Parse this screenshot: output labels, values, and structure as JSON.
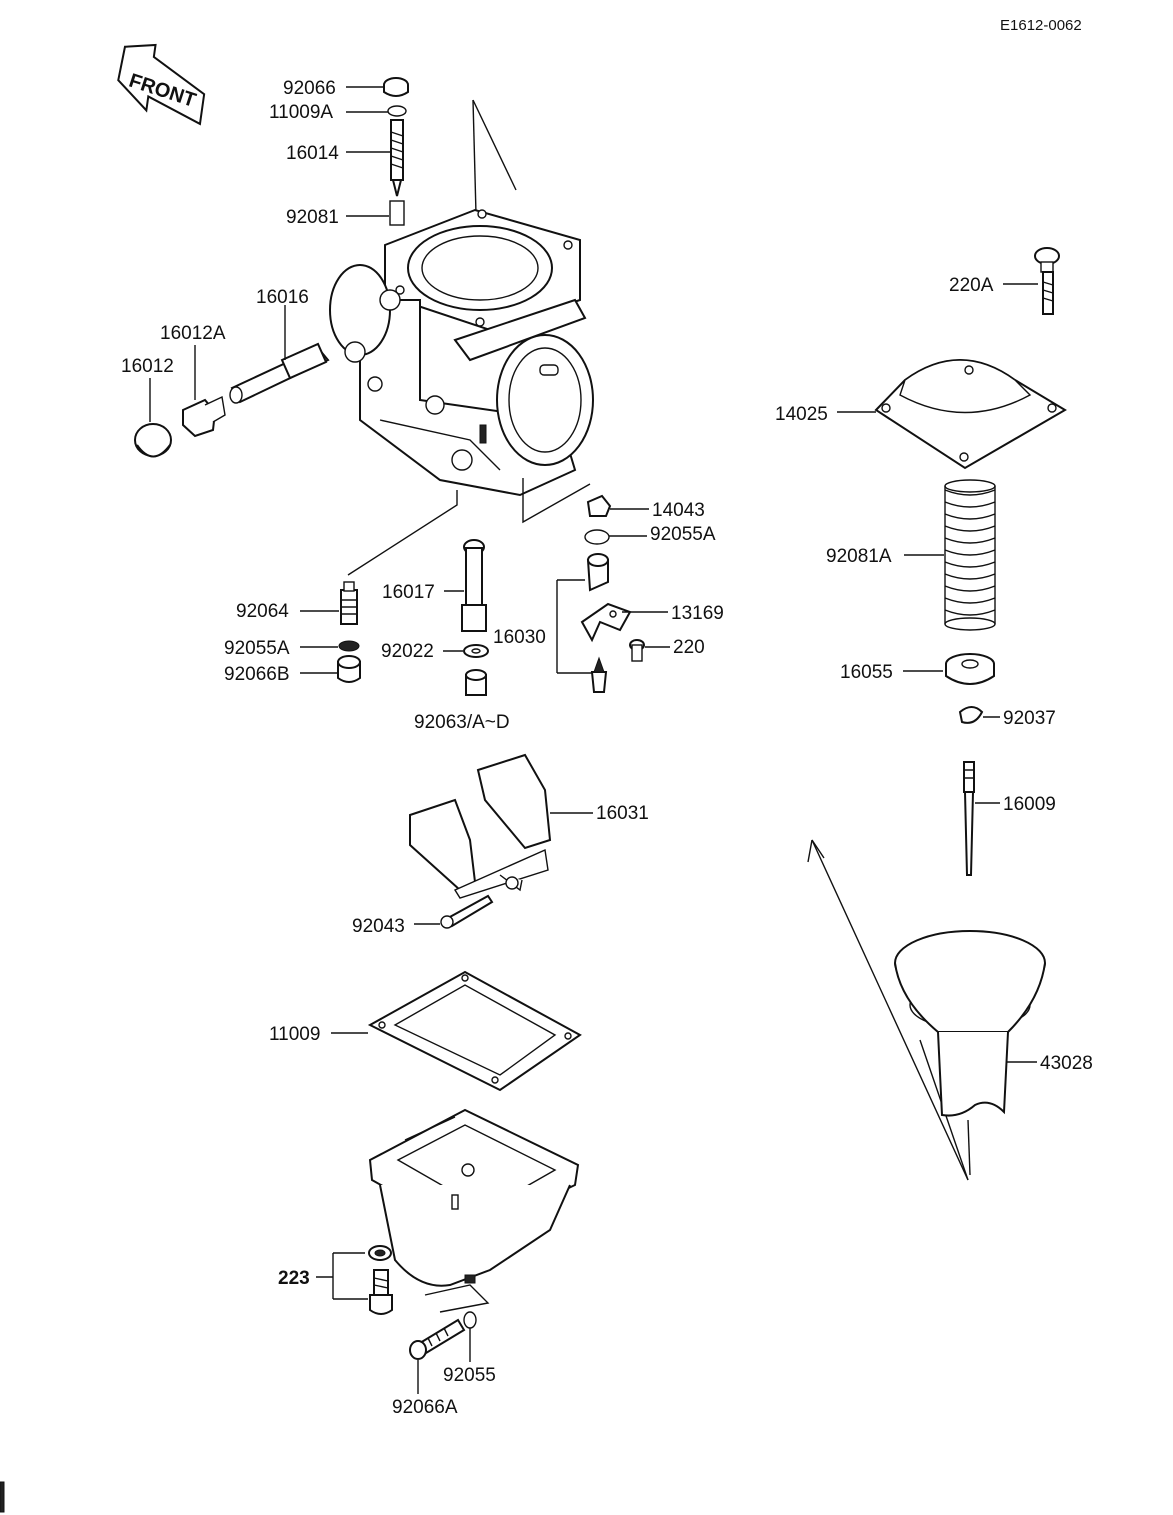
{
  "header": {
    "code": "E1612-0062"
  },
  "front_arrow": {
    "label": "FRONT"
  },
  "labels": {
    "p92066": "92066",
    "p11009A": "11009A",
    "p16014": "16014",
    "p92081": "92081",
    "p16016": "16016",
    "p16012A": "16012A",
    "p16012": "16012",
    "p14043": "14043",
    "p92055A_top": "92055A",
    "p92064": "92064",
    "p16017": "16017",
    "p13169": "13169",
    "p16030": "16030",
    "p220": "220",
    "p92055A": "92055A",
    "p92022": "92022",
    "p92066B": "92066B",
    "p92063": "92063/A~D",
    "p16031": "16031",
    "p92043": "92043",
    "p11009": "11009",
    "p223": "223",
    "p92055": "92055",
    "p92066A": "92066A",
    "p220A": "220A",
    "p14025": "14025",
    "p92081A": "92081A",
    "p16055": "16055",
    "p92037": "92037",
    "p16009": "16009",
    "p43028": "43028"
  }
}
